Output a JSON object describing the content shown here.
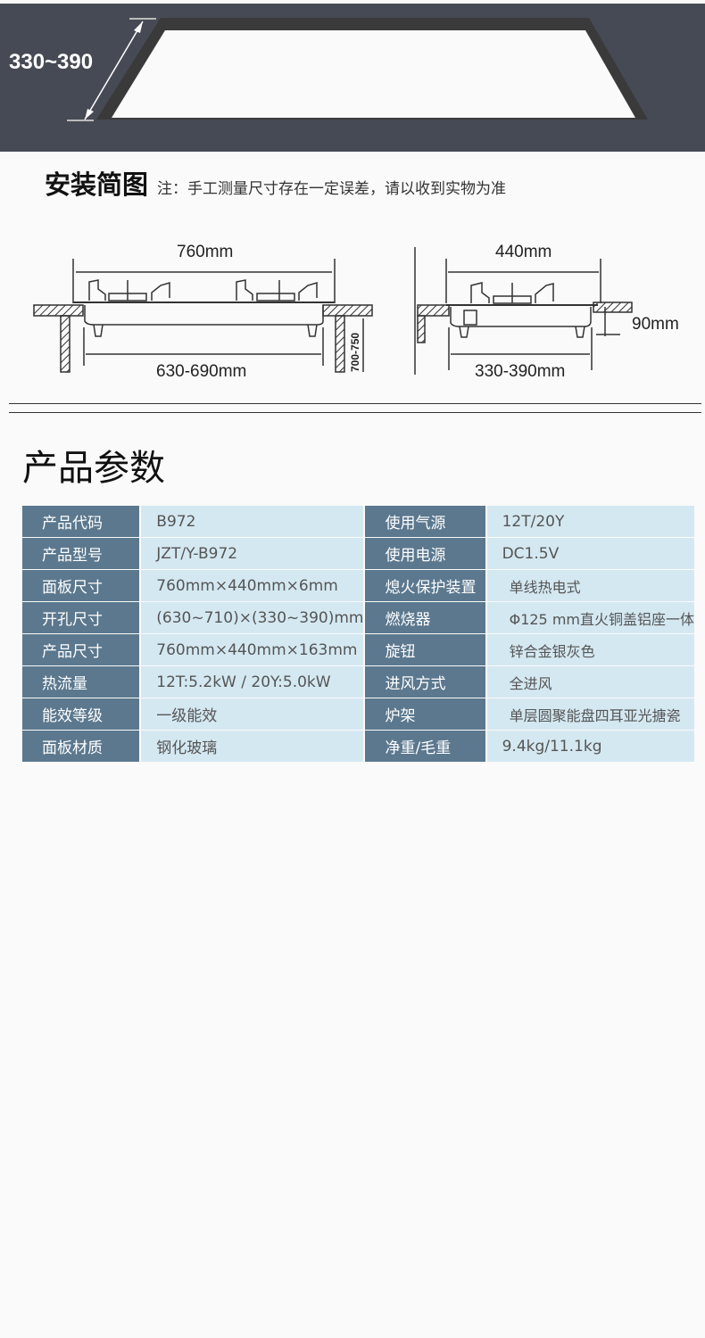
{
  "banner": {
    "dimension": "330~390"
  },
  "install": {
    "title": "安装简图",
    "note": "注：手工测量尺寸存在一定误差，请以收到实物为准"
  },
  "diagram": {
    "front": {
      "width_top": "760mm",
      "width_bottom": "630-690mm",
      "height": "700-750"
    },
    "side": {
      "width_top": "440mm",
      "width_bottom": "330-390mm",
      "depth": "90mm"
    }
  },
  "params": {
    "title": "产品参数",
    "rows": [
      {
        "k1": "产品代码",
        "v1": "B972",
        "k2": "使用气源",
        "v2": "12T/20Y"
      },
      {
        "k1": "产品型号",
        "v1": "JZT/Y-B972",
        "k2": "使用电源",
        "v2": "DC1.5V"
      },
      {
        "k1": "面板尺寸",
        "v1": "760mm×440mm×6mm",
        "k2": "熄火保护装置",
        "v2": "单线热电式"
      },
      {
        "k1": "开孔尺寸",
        "v1": "(630~710)×(330~390)mm",
        "k2": "燃烧器",
        "v2": "Φ125 mm直火铜盖铝座一体"
      },
      {
        "k1": "产品尺寸",
        "v1": "760mm×440mm×163mm",
        "k2": "旋钮",
        "v2": "锌合金银灰色"
      },
      {
        "k1": "热流量",
        "v1": "12T:5.2kW / 20Y:5.0kW",
        "k2": "进风方式",
        "v2": "全进风"
      },
      {
        "k1": "能效等级",
        "v1": "一级能效",
        "k2": "炉架",
        "v2": "单层圆聚能盘四耳亚光搪瓷"
      },
      {
        "k1": "面板材质",
        "v1": "钢化玻璃",
        "k2": "净重/毛重",
        "v2": "9.4kg/11.1kg"
      }
    ]
  }
}
